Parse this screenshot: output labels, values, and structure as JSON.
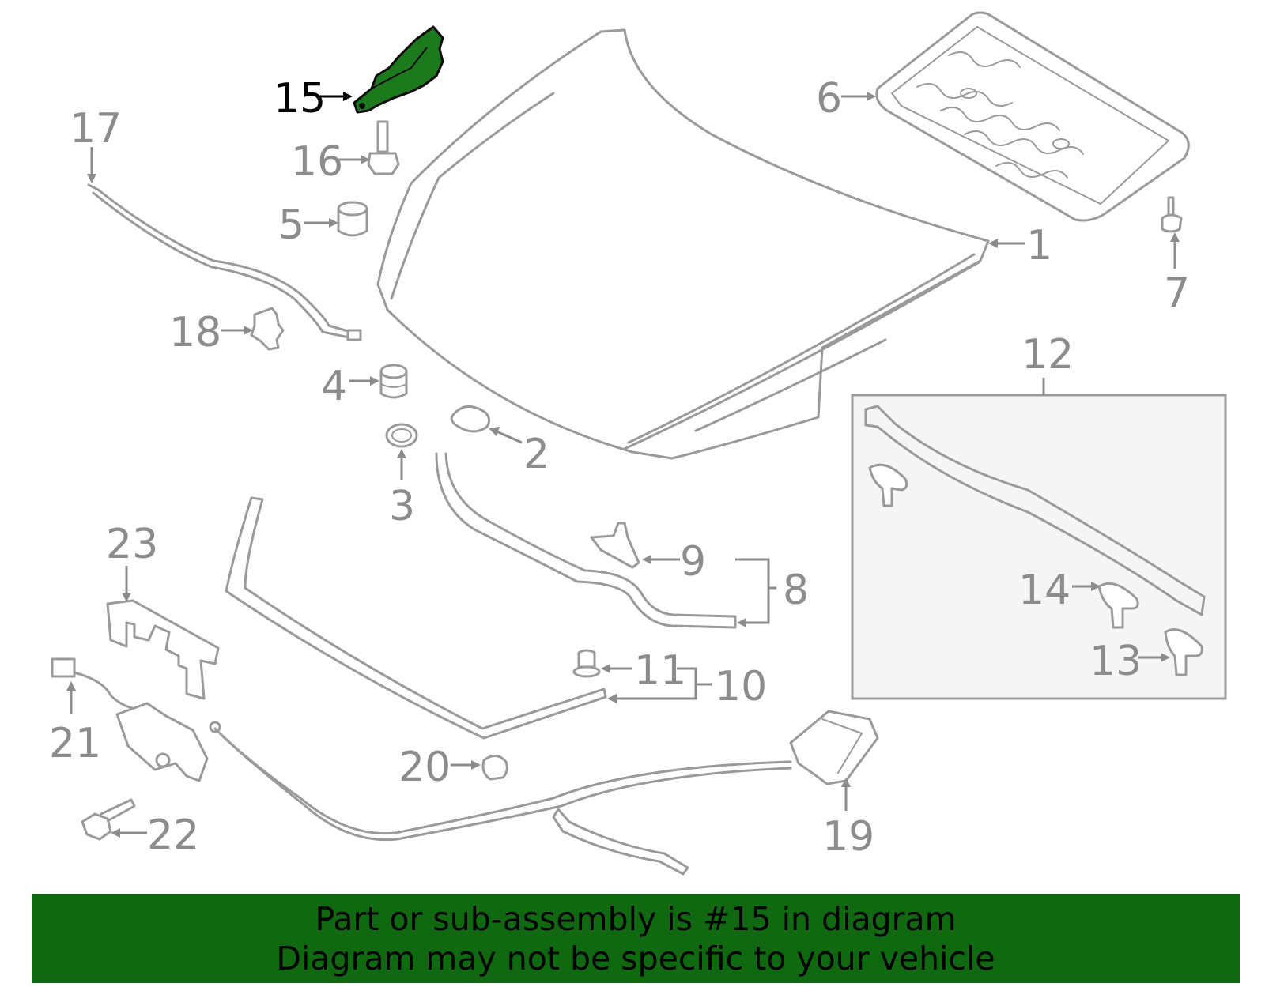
{
  "callouts": {
    "c1": "1",
    "c2": "2",
    "c3": "3",
    "c4": "4",
    "c5": "5",
    "c6": "6",
    "c7": "7",
    "c8": "8",
    "c9": "9",
    "c10": "10",
    "c11": "11",
    "c12": "12",
    "c13": "13",
    "c14": "14",
    "c15": "15",
    "c16": "16",
    "c17": "17",
    "c18": "18",
    "c19": "19",
    "c20": "20",
    "c21": "21",
    "c22": "22",
    "c23": "23"
  },
  "highlighted_part": "15",
  "footer": {
    "line1": "Part or sub-assembly is #15 in diagram",
    "line2": "Diagram may not be specific to your vehicle"
  },
  "colors": {
    "highlight": "#1c7a1c",
    "banner": "#106810",
    "line": "#9a9a9a"
  }
}
